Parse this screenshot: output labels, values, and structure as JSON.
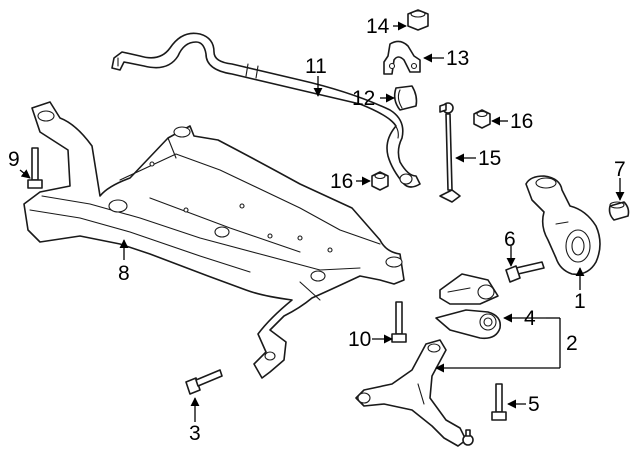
{
  "callouts": [
    {
      "id": "1",
      "text": "1"
    },
    {
      "id": "2",
      "text": "2"
    },
    {
      "id": "3",
      "text": "3"
    },
    {
      "id": "4",
      "text": "4"
    },
    {
      "id": "5",
      "text": "5"
    },
    {
      "id": "6",
      "text": "6"
    },
    {
      "id": "7",
      "text": "7"
    },
    {
      "id": "8",
      "text": "8"
    },
    {
      "id": "9",
      "text": "9"
    },
    {
      "id": "10",
      "text": "10"
    },
    {
      "id": "11",
      "text": "11"
    },
    {
      "id": "12",
      "text": "12"
    },
    {
      "id": "13",
      "text": "13"
    },
    {
      "id": "14",
      "text": "14"
    },
    {
      "id": "15",
      "text": "15"
    },
    {
      "id": "16a",
      "text": "16"
    },
    {
      "id": "16b",
      "text": "16"
    }
  ]
}
